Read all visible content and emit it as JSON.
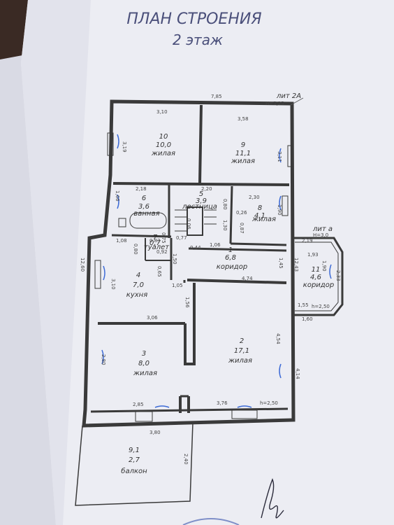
{
  "title": "ПЛАН СТРОЕНИЯ",
  "subtitle": "2 этаж",
  "lit_main": "лит 2А",
  "lit_main_h": "H=5,25",
  "lit_small": "лит а",
  "lit_small_h": "H=3,0",
  "rooms": {
    "r10": {
      "num": "10",
      "area": "10,0",
      "name": "жилая"
    },
    "r9": {
      "num": "9",
      "area": "11,1",
      "name": "жилая"
    },
    "r6": {
      "num": "6",
      "area": "3,6",
      "name": "ванная"
    },
    "r5": {
      "num": "5",
      "area": "3,9",
      "name": "лестница"
    },
    "r8": {
      "num": "8",
      "area": "4,1",
      "name": "жилая"
    },
    "r7": {
      "num": "7",
      "area": "0,7",
      "name": "туалет"
    },
    "r1": {
      "num": "1",
      "area": "6,8",
      "name": "коридор"
    },
    "r11": {
      "num": "11",
      "area": "4,6",
      "name": "коридор"
    },
    "r4": {
      "num": "4",
      "area": "7,0",
      "name": "кухня"
    },
    "r3": {
      "num": "3",
      "area": "8,0",
      "name": "жилая"
    },
    "r2": {
      "num": "2",
      "area": "17,1",
      "name": "жилая"
    },
    "r91": {
      "num": "9,1",
      "area": "2,7",
      "name": "балкон"
    }
  },
  "dims": {
    "d_top": "7,85",
    "d_310": "3,10",
    "d_358": "3,58",
    "d_319": "3,19",
    "d_311": "3,11",
    "d_218": "2,18",
    "d_220": "2,20",
    "d_230": "2,30",
    "d_166": "1,66",
    "d_190": "1,90",
    "d_080a": "0,80",
    "d_026": "0,26",
    "d_087": "0,87",
    "d_130": "1,30",
    "d_006": "0,06",
    "d_108": "1,08",
    "d_083": "0,83",
    "d_075": "0,75",
    "d_077": "0,77",
    "d_044": "0,44",
    "d_106": "1,06",
    "d_080b": "0,80",
    "d_092": "0,92",
    "d_150": "1,50",
    "d_065": "0,65",
    "d_145": "1,45",
    "d_1243": "12,43",
    "d_474": "4,74",
    "d_105": "1,05",
    "d_1260": "12,60",
    "d_310b": "3,10",
    "d_156": "1,56",
    "d_306": "3,06",
    "d_454": "4,54",
    "d_280": "2,80",
    "d_414": "4,14",
    "d_285": "2,85",
    "d_376": "3,76",
    "d_h250": "h=2,50",
    "d_380": "3,80",
    "d_240": "2,40",
    "d_219": "2,19",
    "d_193": "1,93",
    "d_190b": "1,90",
    "d_233": "2,33",
    "d_155": "1,55",
    "d_h250b": "h=2,50",
    "d_160": "1,60"
  }
}
